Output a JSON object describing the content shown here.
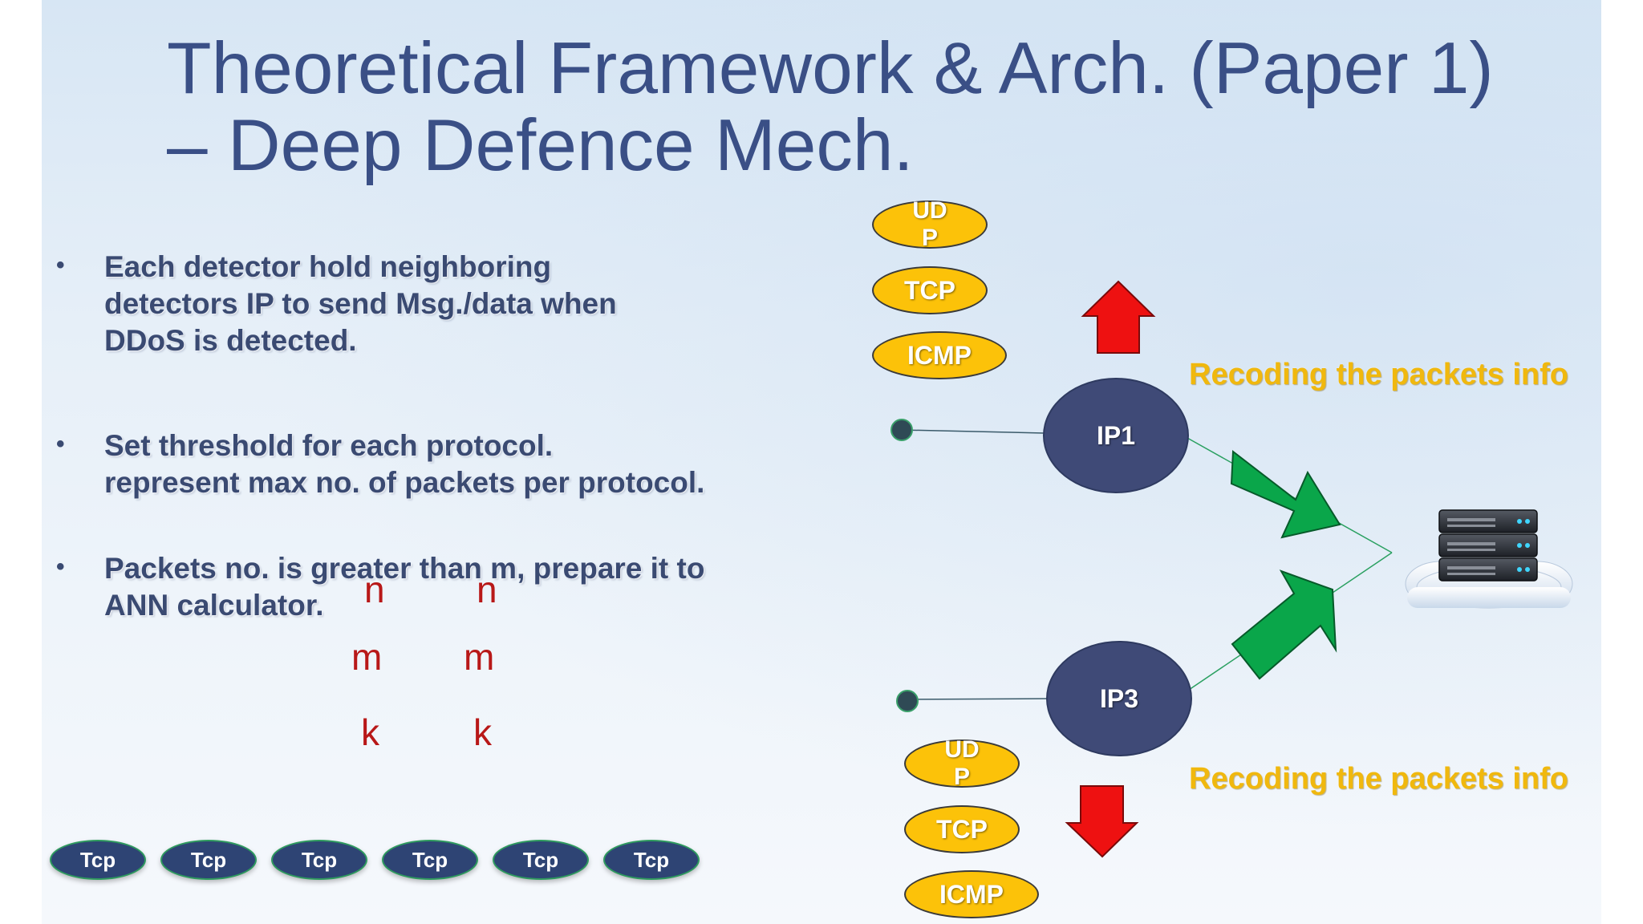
{
  "slide": {
    "title": "Theoretical Framework & Arch. (Paper 1) – Deep Defence Mech.",
    "bullet_marker": "•",
    "bullets": [
      "Each detector hold neighboring\ndetectors IP to send Msg./data when\nDDoS is detected.",
      "Set threshold for each protocol.\n represent max no. of packets per protocol.",
      "Packets no. is greater than m, prepare it to\nANN calculator."
    ],
    "threshold_letters": {
      "column_1": [
        "n",
        "m",
        "k"
      ],
      "column_2": [
        "n",
        "m",
        "k"
      ]
    },
    "tcp_pills": [
      "Tcp",
      "Tcp",
      "Tcp",
      "Tcp",
      "Tcp",
      "Tcp"
    ]
  },
  "diagram": {
    "top_protocols": [
      "UD\nP",
      "TCP",
      "ICMP"
    ],
    "bottom_protocols": [
      "UD\nP",
      "TCP",
      "ICMP"
    ],
    "node_top": "IP1",
    "node_bottom": "IP3",
    "caption_top": "Recoding the packets info",
    "caption_bottom": "Recoding the packets info",
    "server_icon": "cloud-server-icon",
    "colors": {
      "protocol_fill": "#fcc209",
      "node_fill": "#3f4a77",
      "arrow_up_down": "#ee1111",
      "arrow_to_server": "#0aa64a",
      "caption": "#f0b80e",
      "threshold_letters": "#b81818"
    }
  }
}
